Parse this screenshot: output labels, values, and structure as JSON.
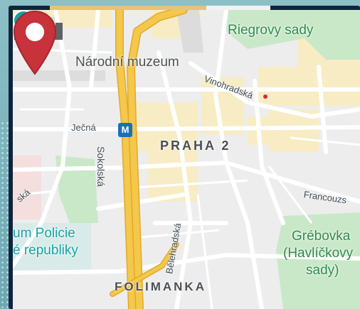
{
  "map": {
    "district": "PRAHA 2",
    "pois": {
      "museum": "Národní muzeum",
      "police_museum_line1": "um Policie",
      "police_museum_line2": "é republiky",
      "metro_symbol": "M"
    },
    "parks": {
      "riegrovy": "Riegrovy sady",
      "grebovka_line1": "Grébovka",
      "grebovka_line2": "(Havlíčkovy",
      "grebovka_line3": "sady)"
    },
    "streets": {
      "vinohradska": "Vinohradská",
      "jecna": "Ječná",
      "sokolska": "Sokolská",
      "belehradska": "Bělehradská",
      "francouzska": "Francouzs",
      "left_partial": "ská"
    },
    "neighborhood": "FOLIMANKA",
    "icons": {
      "pin": "location-pin-icon",
      "metro": "metro-station-icon",
      "museum": "museum-building-icon",
      "police_museum": "museum-icon"
    },
    "colors": {
      "pin": "#c8323a",
      "highway": "#f4c84a",
      "park": "#c9e8c8",
      "block": "#f8ecc2",
      "road": "#ffffff",
      "base": "#ededed",
      "metro": "#1b6fb8",
      "green_label": "#2f8a4c",
      "teal_label": "#14a3a3"
    }
  }
}
